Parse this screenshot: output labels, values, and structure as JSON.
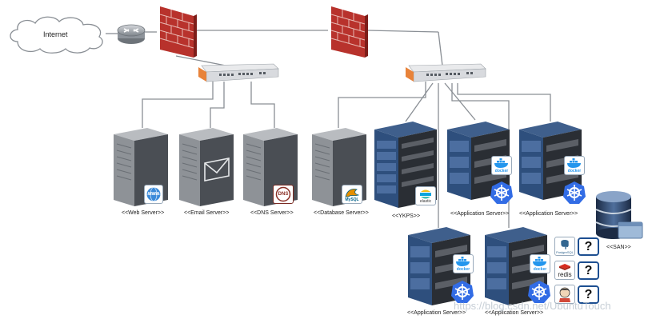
{
  "internet_label": "Internet",
  "servers": {
    "web": "<<Web Server>>",
    "email": "<<Email Server>>",
    "dns": "<<DNS Server>>",
    "database": "<<Database Server>>",
    "ykps": "<<YKPS>>",
    "app1": "<<Application Server>>",
    "app2": "<<Application Server>>",
    "app3": "<<Application Server>>",
    "app4": "<<Application Server>>",
    "san": "<<SAN>>"
  },
  "badges": {
    "docker": "docker",
    "elastic": "elastic",
    "mysql": "MySQL",
    "dns": "DNS",
    "www": "WWW",
    "postgres": "PostgreSQL",
    "redis": "redis"
  },
  "unknown_mark": "?",
  "watermark": "https://blog.csdn.net/UbuntuTouch"
}
